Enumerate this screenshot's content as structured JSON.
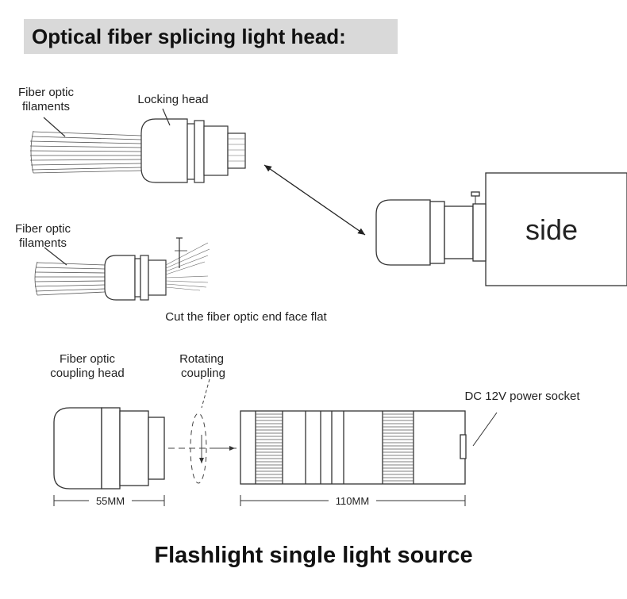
{
  "header": {
    "title": "Optical fiber splicing light head:"
  },
  "diagram": {
    "labels": {
      "fiber_optic_filaments_top": [
        "Fiber optic",
        "filaments"
      ],
      "locking_head": "Locking head",
      "fiber_optic_filaments_mid": [
        "Fiber optic",
        "filaments"
      ],
      "cut_fiber_note": "Cut the fiber optic end face flat",
      "side": "side",
      "coupling_head": [
        "Fiber optic",
        "coupling head"
      ],
      "rotating_coupling": [
        "Rotating",
        "coupling"
      ],
      "power_socket": "DC 12V power socket",
      "dim_55": "55MM",
      "dim_110": "110MM"
    }
  },
  "footer": {
    "title": "Flashlight single light source"
  }
}
